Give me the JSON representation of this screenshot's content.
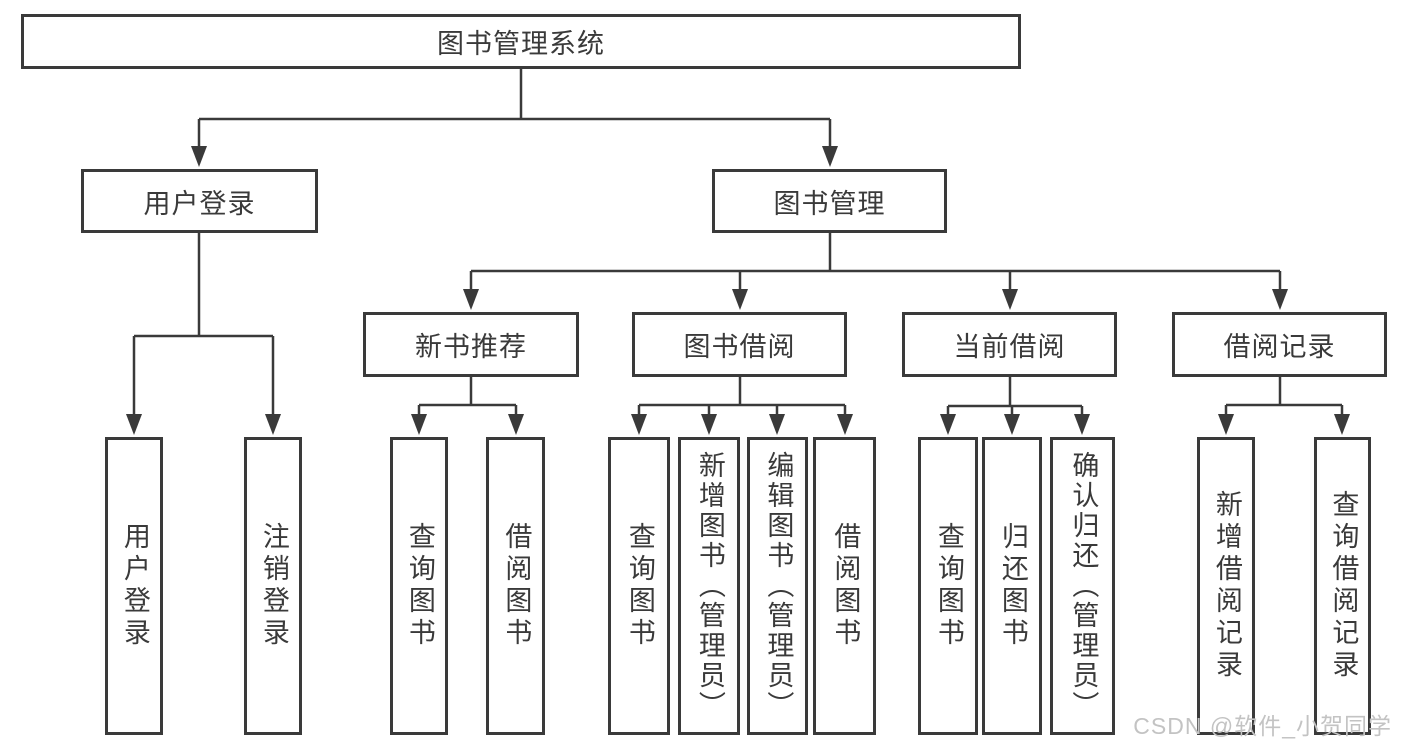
{
  "diagram": {
    "root": {
      "label": "图书管理系统",
      "children": [
        {
          "label": "用户登录",
          "children": [
            {
              "label": "用户登录"
            },
            {
              "label": "注销登录"
            }
          ]
        },
        {
          "label": "图书管理",
          "children": [
            {
              "label": "新书推荐",
              "children": [
                {
                  "label": "查询图书"
                },
                {
                  "label": "借阅图书"
                }
              ]
            },
            {
              "label": "图书借阅",
              "children": [
                {
                  "label": "查询图书"
                },
                {
                  "label": "新增图书（管理员）"
                },
                {
                  "label": "编辑图书（管理员）"
                },
                {
                  "label": "借阅图书"
                }
              ]
            },
            {
              "label": "当前借阅",
              "children": [
                {
                  "label": "查询图书"
                },
                {
                  "label": "归还图书"
                },
                {
                  "label": "确认归还（管理员）"
                }
              ]
            },
            {
              "label": "借阅记录",
              "children": [
                {
                  "label": "新增借阅记录"
                },
                {
                  "label": "查询借阅记录"
                }
              ]
            }
          ]
        }
      ]
    }
  },
  "watermark": {
    "text": "CSDN @软件_小贺同学"
  },
  "colors": {
    "background": "#ffffff",
    "box_border": "#3a3a3a",
    "text": "#3a3a3a",
    "connector": "#3a3a3a",
    "watermark": "#c3c3c3"
  }
}
